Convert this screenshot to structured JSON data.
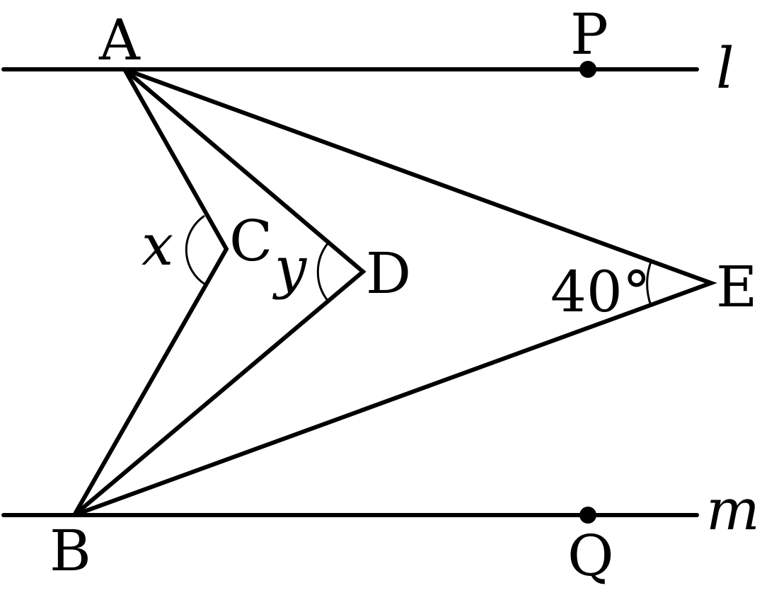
{
  "points": {
    "A": "A",
    "B": "B",
    "C": "C",
    "D": "D",
    "E": "E",
    "P": "P",
    "Q": "Q"
  },
  "lines": {
    "l": "l",
    "m": "m"
  },
  "angles": {
    "x": "x",
    "y": "y",
    "e": "40°"
  }
}
